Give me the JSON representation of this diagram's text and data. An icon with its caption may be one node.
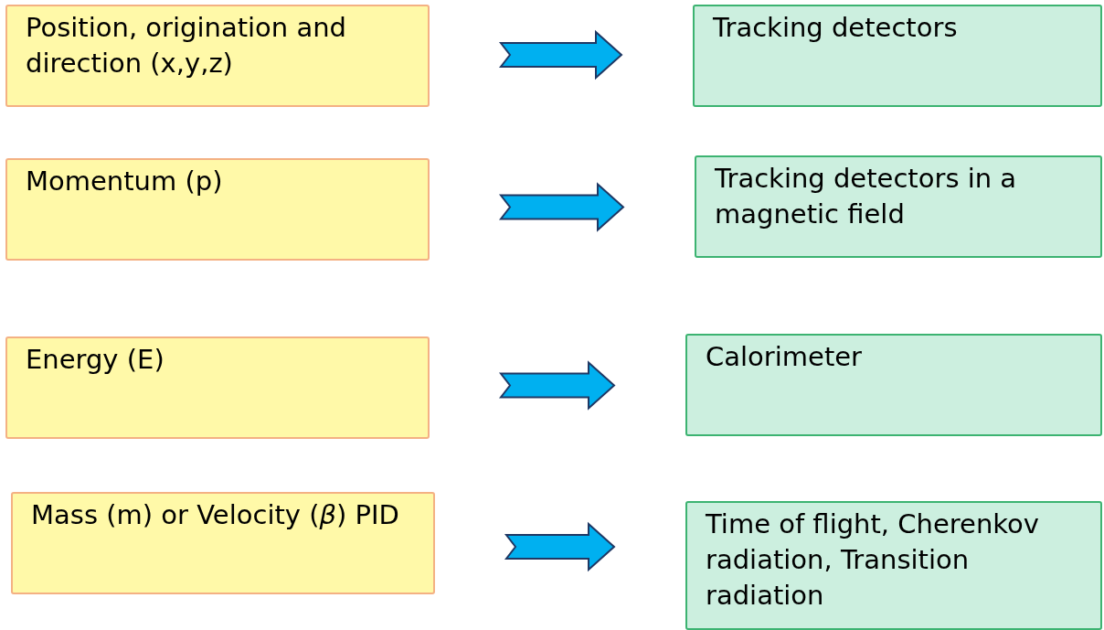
{
  "diagram": {
    "nodes": [
      {
        "text": [
          "Position, origination  and direction (x,y,z)"
        ]
      },
      {
        "text": [
          "Tracking detectors"
        ]
      },
      {
        "text": [
          "Momentum (p)"
        ]
      },
      {
        "text": [
          "Tracking detectors in a magnetic field"
        ]
      },
      {
        "text": [
          "Energy (E)"
        ]
      },
      {
        "text": [
          "Calorimeter"
        ]
      },
      {
        "text": [
          "Mass (m) or Velocity (*β*) PID"
        ]
      },
      {
        "text": [
          "Time of flight, Cherenkov radiation, Transition radiation"
        ]
      }
    ],
    "edges": [
      {
        "from": 0,
        "to": 1,
        "arrow": "to"
      },
      {
        "from": 2,
        "to": 3,
        "arrow": "to"
      },
      {
        "from": 4,
        "to": 5,
        "arrow": "to"
      },
      {
        "from": 6,
        "to": 7,
        "arrow": "to"
      }
    ]
  }
}
